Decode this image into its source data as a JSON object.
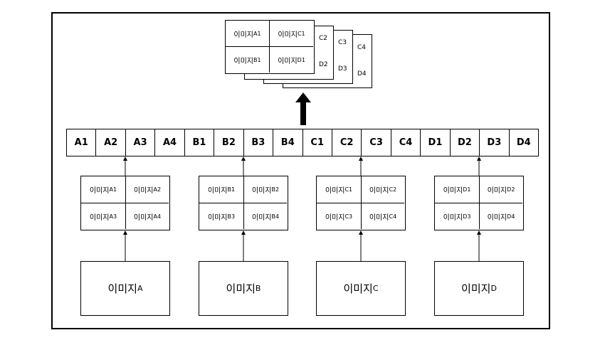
{
  "sequence": [
    "A1",
    "A2",
    "A3",
    "A4",
    "B1",
    "B2",
    "B3",
    "B4",
    "C1",
    "C2",
    "C3",
    "C4",
    "D1",
    "D2",
    "D3",
    "D4"
  ],
  "image_prefix": "이미지",
  "images": [
    {
      "label": "A",
      "tiles": [
        "A1",
        "A2",
        "A3",
        "A4"
      ]
    },
    {
      "label": "B",
      "tiles": [
        "B1",
        "B2",
        "B3",
        "B4"
      ]
    },
    {
      "label": "C",
      "tiles": [
        "C1",
        "C2",
        "C3",
        "C4"
      ]
    },
    {
      "label": "D",
      "tiles": [
        "D1",
        "D2",
        "D3",
        "D4"
      ]
    }
  ],
  "stack": {
    "front_tiles": [
      "A1",
      "C1",
      "B1",
      "D1"
    ],
    "back_layers": [
      {
        "top": "C2",
        "bottom": "D2"
      },
      {
        "top": "C3",
        "bottom": "D3"
      },
      {
        "top": "C4",
        "bottom": "D4"
      }
    ]
  }
}
